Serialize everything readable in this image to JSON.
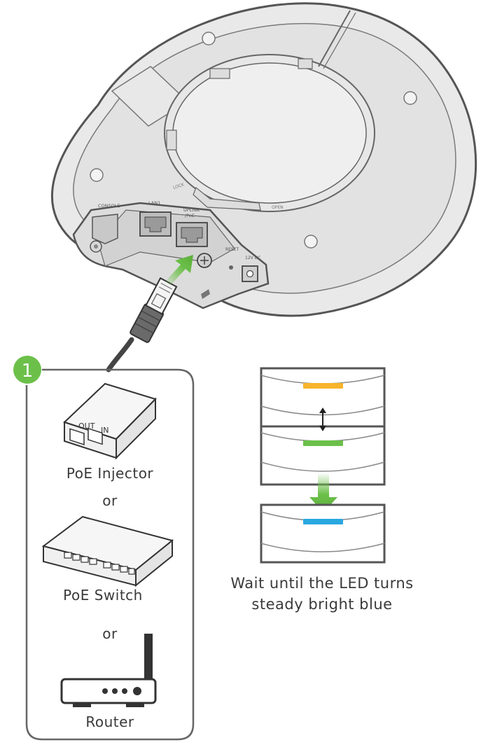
{
  "device": {
    "ports": {
      "console": "CONSOLE",
      "lan": "LAN1",
      "uplink_line1": "UPLINK",
      "uplink_line2": "/PoE",
      "reset": "RESET",
      "dc": "12V DC"
    },
    "bracket": {
      "lock": "LOCK",
      "open": "OPEN"
    }
  },
  "step": {
    "number": "1"
  },
  "sources": {
    "injector": {
      "label": "PoE Injector",
      "out": "OUT",
      "in": "IN"
    },
    "or_1": "or",
    "switch": {
      "label": "PoE Switch"
    },
    "or_2": "or",
    "router": {
      "label": "Router"
    }
  },
  "led": {
    "colors": {
      "amber": "#f7b42c",
      "green": "#6cc04a",
      "blue": "#29a8e0"
    },
    "instruction_line1": "Wait until the LED turns",
    "instruction_line2": "steady bright blue"
  },
  "colors": {
    "step_badge": "#6cc04a",
    "arrow": "#6cc04a",
    "outline": "#555555"
  }
}
